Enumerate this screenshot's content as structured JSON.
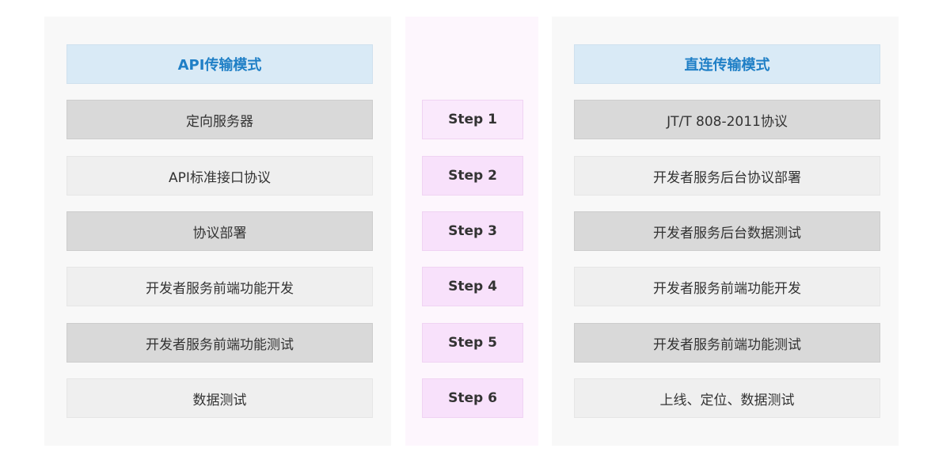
{
  "left": {
    "title": "API传输模式",
    "steps": [
      "定向服务器",
      "API标准接口协议",
      "协议部署",
      "开发者服务前端功能开发",
      "开发者服务前端功能测试",
      "数据测试"
    ]
  },
  "middle": {
    "steps": [
      "Step 1",
      "Step 2",
      "Step 3",
      "Step 4",
      "Step 5",
      "Step 6"
    ]
  },
  "right": {
    "title": "直连传输模式",
    "steps": [
      "JT/T 808-2011协议",
      "开发者服务后台协议部署",
      "开发者服务后台数据测试",
      "开发者服务前端功能开发",
      "开发者服务前端功能测试",
      "上线、定位、数据测试"
    ]
  },
  "colors": {
    "header_bg": "#d9eaf6",
    "header_text": "#1f7fc6",
    "step_dark": "#d9d9d9",
    "step_light": "#efefef",
    "mid_step": "#f8e1fb"
  }
}
